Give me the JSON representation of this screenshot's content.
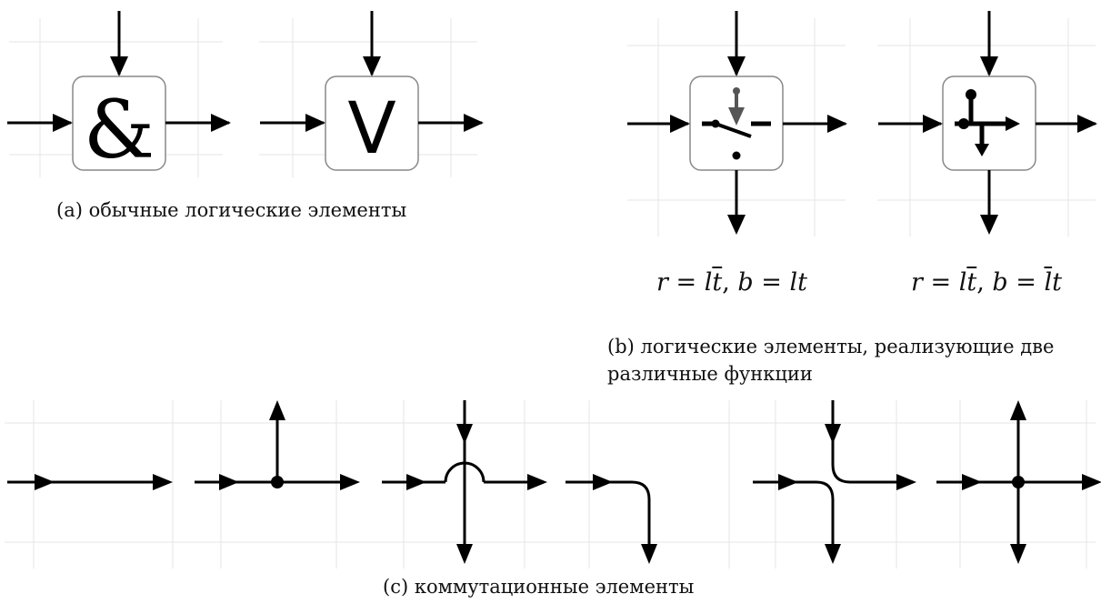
{
  "panel_a": {
    "caption": "(a) обычные логические элементы",
    "symbols": [
      "&",
      "V"
    ]
  },
  "panel_b": {
    "caption_line1": "(b) логические элементы, реализующие две",
    "caption_line2": "различные функции",
    "formula_left": {
      "r": "r",
      "eq1": " = ",
      "l": "l",
      "t_bar": "t",
      "sep": ", ",
      "b": "b",
      "eq2": " = ",
      "l2": "l",
      "t2": "t"
    },
    "formula_right": {
      "r": "r",
      "eq1": " = ",
      "l": "l",
      "t_bar": "t",
      "sep": ", ",
      "b": "b",
      "eq2": " = ",
      "l_bar": "l",
      "t2": "t"
    }
  },
  "panel_c": {
    "caption": "(c) коммутационные элементы"
  },
  "colors": {
    "stroke": "#000000",
    "grid": "#e6e6e6",
    "box_border": "#888888",
    "switch_arrow": "#555555"
  }
}
